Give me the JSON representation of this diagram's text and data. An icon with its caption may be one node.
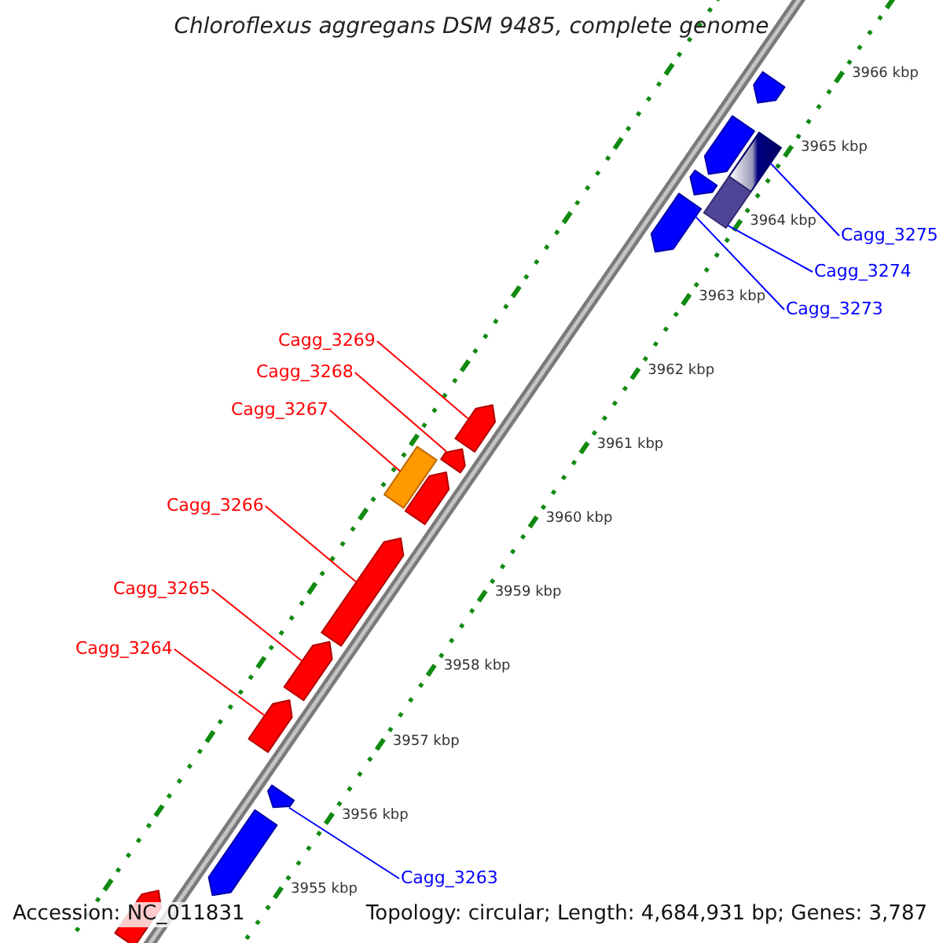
{
  "diagram": {
    "title": "Chloroflexus aggregans DSM 9485, complete genome",
    "nodes": [
      {
        "text": [
          "Cagg_3275"
        ]
      },
      {
        "text": [
          "Cagg_3274"
        ]
      },
      {
        "text": [
          "Cagg_3273"
        ]
      },
      {
        "text": [
          "Cagg_3269"
        ]
      },
      {
        "text": [
          "Cagg_3268"
        ]
      },
      {
        "text": [
          "Cagg_3267"
        ]
      },
      {
        "text": [
          "Cagg_3266"
        ]
      },
      {
        "text": [
          "Cagg_3265"
        ]
      },
      {
        "text": [
          "Cagg_3264"
        ]
      },
      {
        "text": [
          "Cagg_3263"
        ]
      },
      {
        "text": [],
        "shape": "pentagon"
      },
      {
        "text": [],
        "shape": "pentagon"
      },
      {
        "text": [],
        "shape": "box"
      },
      {
        "text": [],
        "shape": "pentagon"
      },
      {
        "text": [],
        "shape": "box"
      },
      {
        "text": [],
        "shape": "pentagon"
      },
      {
        "text": [],
        "shape": "pentagon"
      },
      {
        "text": [],
        "shape": "pentagon"
      },
      {
        "text": [],
        "shape": "box"
      },
      {
        "text": [],
        "shape": "pentagon"
      },
      {
        "text": [],
        "shape": "pentagon"
      },
      {
        "text": [],
        "shape": "pentagon"
      },
      {
        "text": [],
        "shape": "pentagon"
      },
      {
        "text": [],
        "shape": "pentagon"
      },
      {
        "text": [],
        "shape": "pentagon"
      },
      {
        "text": [],
        "shape": "pentagon"
      }
    ],
    "edges": [
      {
        "from": 0,
        "to": 12,
        "arrow": "none",
        "color": "#0000ff"
      },
      {
        "from": 1,
        "to": 14,
        "arrow": "none",
        "color": "#0000ff"
      },
      {
        "from": 2,
        "to": 15,
        "arrow": "none",
        "color": "#0000ff"
      },
      {
        "from": 3,
        "to": 16,
        "arrow": "none"
      },
      {
        "from": 4,
        "to": 17,
        "arrow": "none"
      },
      {
        "from": 5,
        "to": 18,
        "arrow": "none"
      },
      {
        "from": 6,
        "to": 20,
        "arrow": "none"
      },
      {
        "from": 7,
        "to": 21,
        "arrow": "none"
      },
      {
        "from": 8,
        "to": 22,
        "arrow": "none"
      },
      {
        "from": 9,
        "to": 23,
        "arrow": "none",
        "color": "#0000ff"
      }
    ],
    "labels": [
      "3955 kbp",
      "3956 kbp",
      "3957 kbp",
      "3958 kbp",
      "3959 kbp",
      "3960 kbp",
      "3961 kbp",
      "3962 kbp",
      "3963 kbp",
      "3964 kbp",
      "3965 kbp",
      "3966 kbp",
      "Accession: NC_011831",
      "Topology: circular; Length: 4,684,931 bp; Genes: 3,787"
    ]
  }
}
